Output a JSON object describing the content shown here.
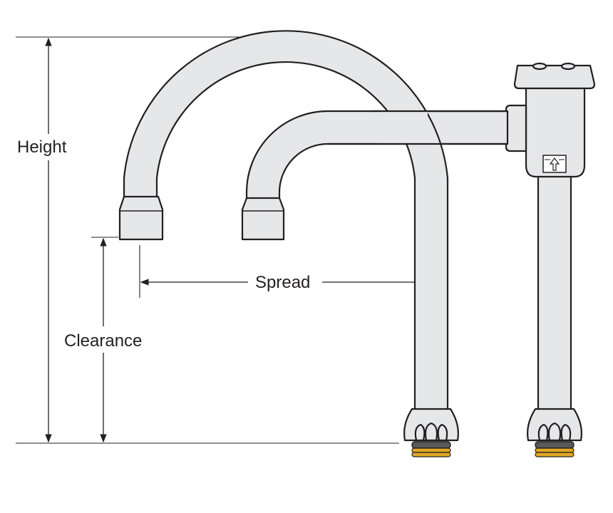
{
  "labels": {
    "height": "Height",
    "clearance": "Clearance",
    "spread": "Spread"
  },
  "colors": {
    "metal": "#e6e7e8",
    "outline": "#231f20",
    "gold_ring": "#e1a824",
    "dark_ring": "#58595b"
  },
  "icons": {
    "valve_label": "arrow-up-icon"
  }
}
